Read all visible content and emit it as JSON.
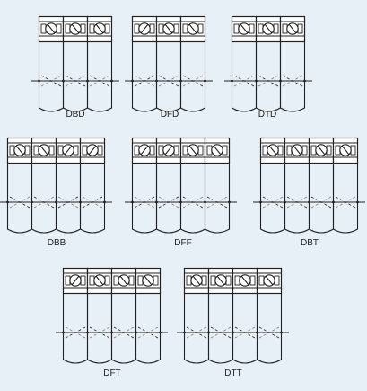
{
  "background": "#e8f0f7",
  "line_color": "#222222",
  "bearing_fill": "#ffffff",
  "arrangements": [
    {
      "label": "DBD",
      "rows": 1,
      "count": 3,
      "contact": [
        "B",
        "B",
        "B"
      ]
    },
    {
      "label": "DFD",
      "rows": 1,
      "count": 3,
      "contact": [
        "F",
        "B",
        "B"
      ]
    },
    {
      "label": "DTD",
      "rows": 1,
      "count": 3,
      "contact": [
        "T",
        "T",
        "T"
      ]
    },
    {
      "label": "DBB",
      "rows": 2,
      "count": 4,
      "contact": [
        "B",
        "B",
        "F",
        "F"
      ]
    },
    {
      "label": "DFF",
      "rows": 2,
      "count": 4,
      "contact": [
        "F",
        "F",
        "B",
        "B"
      ]
    },
    {
      "label": "DBT",
      "rows": 2,
      "count": 4,
      "contact": [
        "B",
        "T",
        "T",
        "T"
      ]
    },
    {
      "label": "DFT",
      "rows": 3,
      "count": 4,
      "contact": [
        "F",
        "T",
        "T",
        "T"
      ]
    },
    {
      "label": "DTT",
      "rows": 3,
      "count": 4,
      "contact": [
        "T",
        "T",
        "T",
        "T"
      ]
    }
  ]
}
